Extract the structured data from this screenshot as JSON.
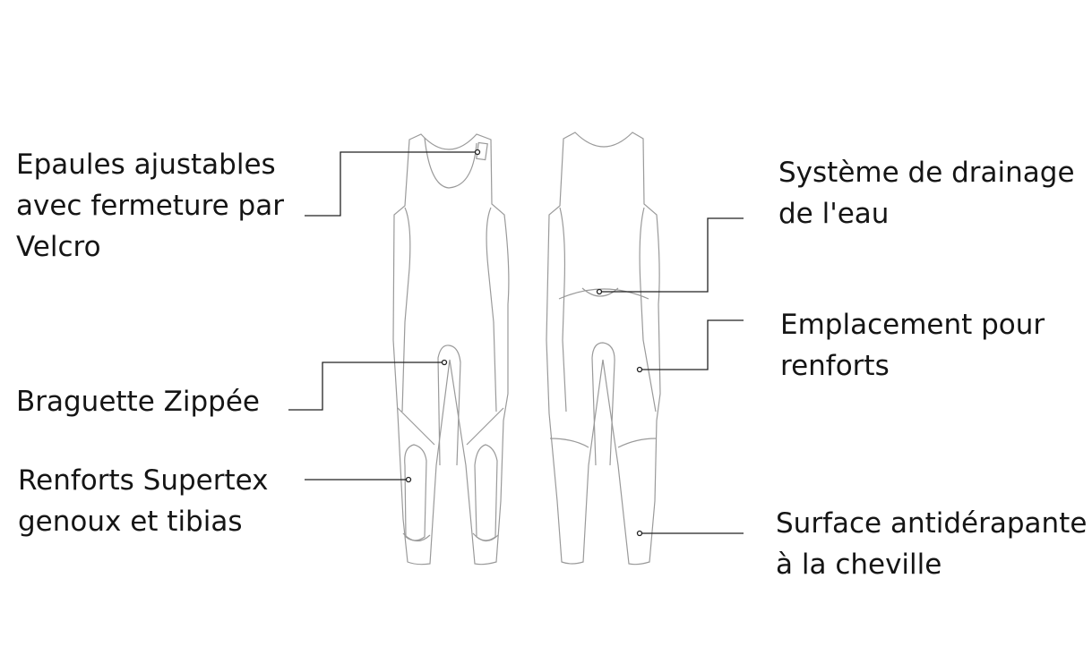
{
  "labels": {
    "shoulders": [
      "Epaules ajustables",
      "avec fermeture par",
      "Velcro"
    ],
    "fly": [
      "Braguette Zippée"
    ],
    "reinforcements": [
      "Renforts Supertex",
      "genoux et tibias"
    ],
    "drainage": [
      "Système de drainage",
      "de l'eau"
    ],
    "reinforcement_slot": [
      "Emplacement pour",
      "renforts"
    ],
    "ankle": [
      "Surface antidérapante",
      "à la cheville"
    ]
  }
}
